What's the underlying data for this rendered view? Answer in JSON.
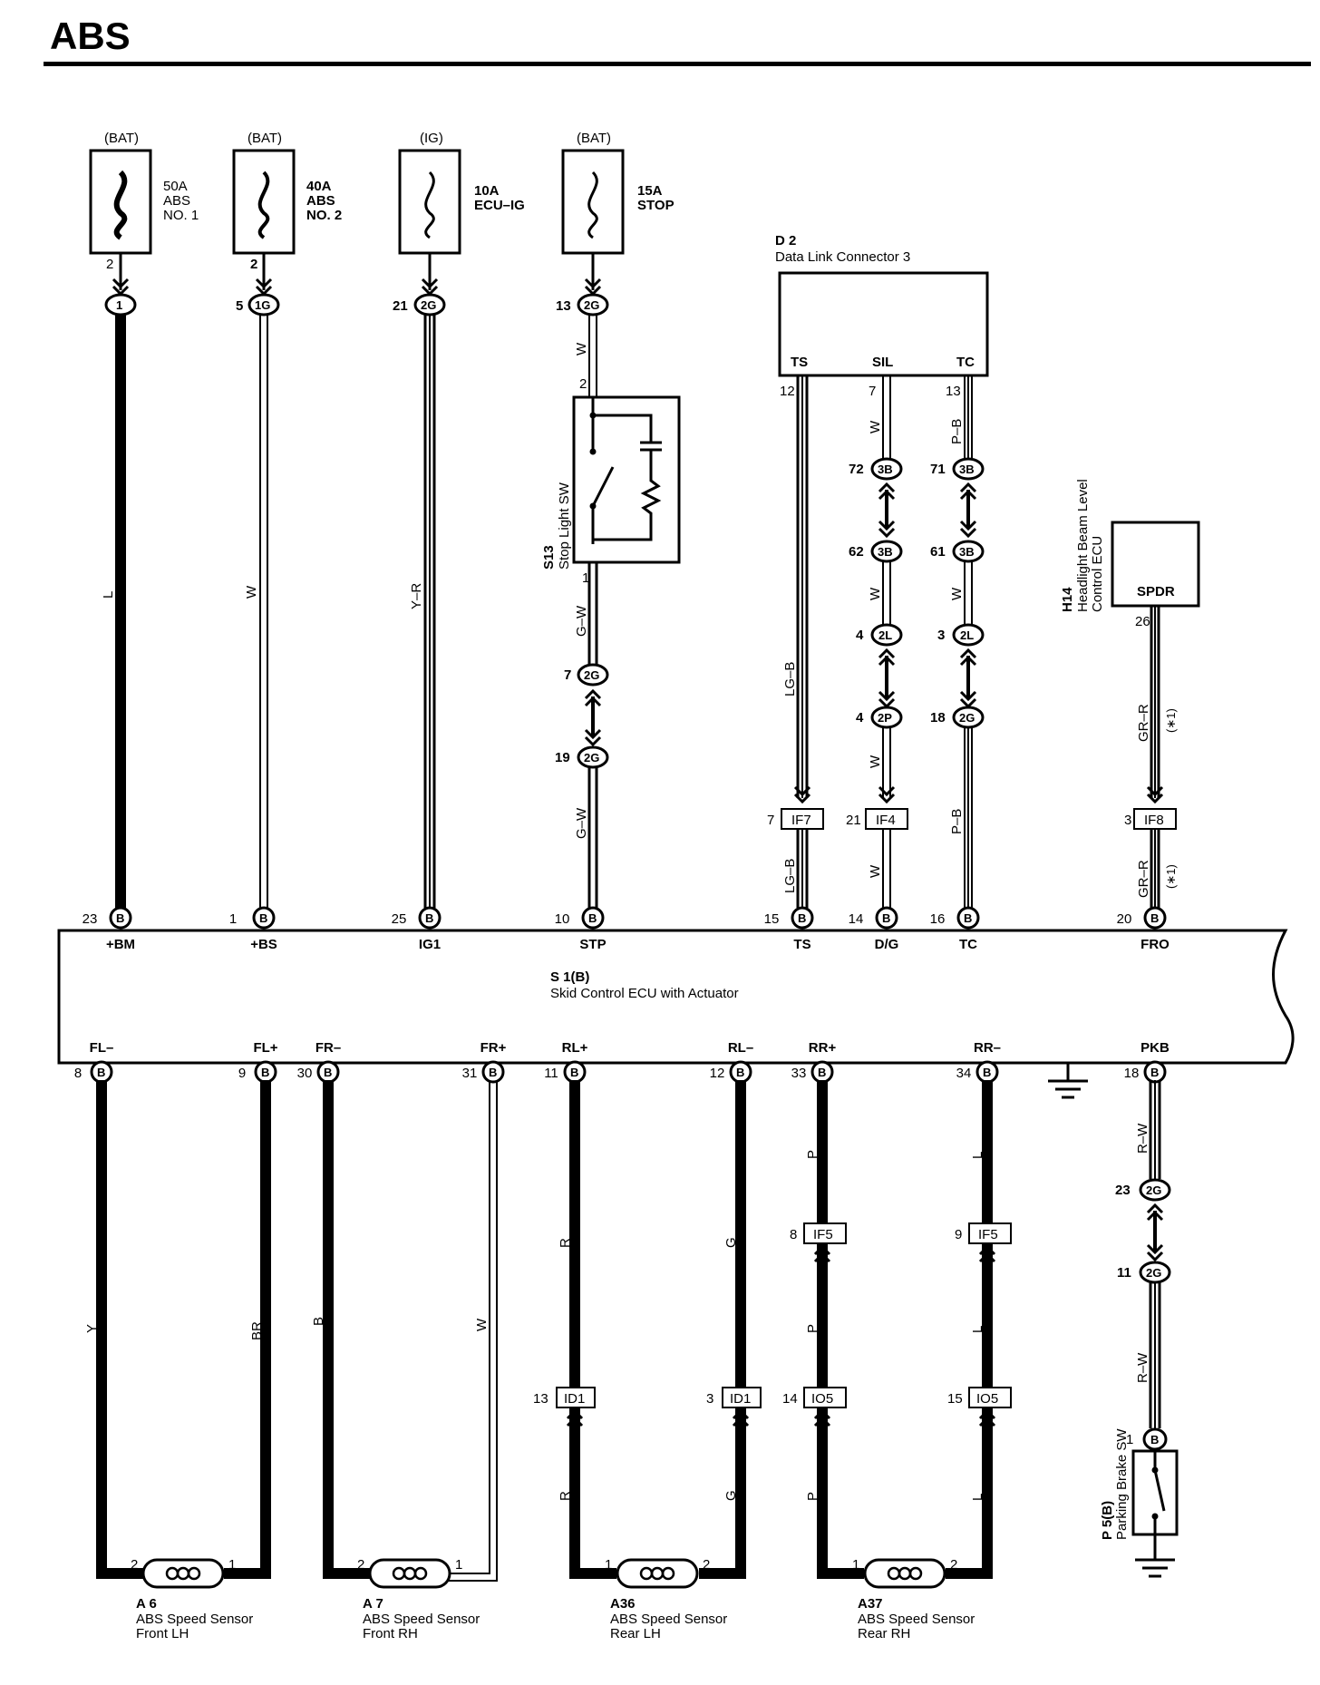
{
  "title": "ABS",
  "fuses": [
    {
      "source": "(BAT)",
      "line1": "50A",
      "line2": "ABS",
      "line3": "NO. 1",
      "pin": "2",
      "conn_pin": "",
      "conn": "1"
    },
    {
      "source": "(BAT)",
      "line1": "40A",
      "line2": "ABS",
      "line3": "NO. 2",
      "pin": "2",
      "conn_pin": "5",
      "conn": "1G"
    },
    {
      "source": "(IG)",
      "line1": "10A",
      "line2": "ECU–IG",
      "line3": "",
      "pin": "",
      "conn_pin": "21",
      "conn": "2G"
    },
    {
      "source": "(BAT)",
      "line1": "15A",
      "line2": "STOP",
      "line3": "",
      "pin": "",
      "conn_pin": "13",
      "conn": "2G"
    }
  ],
  "dlc": {
    "id": "D 2",
    "name": "Data Link Connector 3",
    "pins": [
      "TS",
      "SIL",
      "TC"
    ],
    "pin_nums": [
      "12",
      "7",
      "13"
    ]
  },
  "headlight_ecu": {
    "id": "H14",
    "name1": "Headlight Beam Level",
    "name2": "Control ECU",
    "pin": "SPDR",
    "pin_num": "26",
    "note": "(∗1)"
  },
  "stop_sw": {
    "id": "S13",
    "name": "Stop Light SW",
    "pin_top": "2",
    "pin_bottom": "1"
  },
  "wire_colors": {
    "l": "L",
    "w": "W",
    "yr": "Y–R",
    "stop_w": "W",
    "gw1": "G–W",
    "gw2": "G–W",
    "lgb1": "LG–B",
    "lgb2": "LG–B",
    "sil1": "W",
    "sil2": "W",
    "sil3": "W",
    "sil4": "W",
    "pb1": "P–B",
    "tc2": "W",
    "pb2": "P–B",
    "grr1": "GR–R",
    "grr2": "GR–R",
    "y": "Y",
    "br": "BR",
    "b": "B",
    "w2": "W",
    "r1": "R",
    "r2": "R",
    "g1": "G",
    "g2": "G",
    "p1": "P",
    "p2": "P",
    "p3": "P",
    "l1": "L",
    "l2": "L",
    "l3": "L",
    "rw1": "R–W",
    "rw2": "R–W"
  },
  "connectors": {
    "stop_2g_a": {
      "pin": "7",
      "id": "2G"
    },
    "stop_2g_b": {
      "pin": "19",
      "id": "2G"
    },
    "sil_3b_a": {
      "pin": "72",
      "id": "3B"
    },
    "sil_3b_b": {
      "pin": "62",
      "id": "3B"
    },
    "sil_2l": {
      "pin": "4",
      "id": "2L"
    },
    "sil_2p": {
      "pin": "4",
      "id": "2P"
    },
    "tc_3b_a": {
      "pin": "71",
      "id": "3B"
    },
    "tc_3b_b": {
      "pin": "61",
      "id": "3B"
    },
    "tc_2l": {
      "pin": "3",
      "id": "2L"
    },
    "tc_2g": {
      "pin": "18",
      "id": "2G"
    },
    "pkb_2g_a": {
      "pin": "23",
      "id": "2G"
    },
    "pkb_2g_b": {
      "pin": "11",
      "id": "2G"
    }
  },
  "junctions": {
    "if7": {
      "pin": "7",
      "id": "IF7"
    },
    "if4": {
      "pin": "21",
      "id": "IF4"
    },
    "if8": {
      "pin": "3",
      "id": "IF8"
    },
    "if5a": {
      "pin": "8",
      "id": "IF5"
    },
    "if5b": {
      "pin": "9",
      "id": "IF5"
    },
    "id1a": {
      "pin": "13",
      "id": "ID1"
    },
    "id1b": {
      "pin": "3",
      "id": "ID1"
    },
    "io5a": {
      "pin": "14",
      "id": "IO5"
    },
    "io5b": {
      "pin": "15",
      "id": "IO5"
    }
  },
  "ecu": {
    "id": "S 1(B)",
    "name": "Skid Control ECU with Actuator",
    "top_pins": [
      {
        "num": "23",
        "name": "+BM"
      },
      {
        "num": "1",
        "name": "+BS"
      },
      {
        "num": "25",
        "name": "IG1"
      },
      {
        "num": "10",
        "name": "STP"
      },
      {
        "num": "15",
        "name": "TS"
      },
      {
        "num": "14",
        "name": "D/G"
      },
      {
        "num": "16",
        "name": "TC"
      },
      {
        "num": "20",
        "name": "FRO"
      }
    ],
    "bottom_pins": [
      {
        "num": "8",
        "name": "FL–"
      },
      {
        "num": "9",
        "name": "FL+"
      },
      {
        "num": "30",
        "name": "FR–"
      },
      {
        "num": "31",
        "name": "FR+"
      },
      {
        "num": "11",
        "name": "RL+"
      },
      {
        "num": "12",
        "name": "RL–"
      },
      {
        "num": "33",
        "name": "RR+"
      },
      {
        "num": "34",
        "name": "RR–"
      },
      {
        "num": "18",
        "name": "PKB"
      }
    ],
    "conn_letter": "B"
  },
  "sensors": [
    {
      "id": "A 6",
      "name": "ABS Speed Sensor",
      "pos": "Front LH",
      "pin_l": "2",
      "pin_r": "1"
    },
    {
      "id": "A 7",
      "name": "ABS Speed Sensor",
      "pos": "Front RH",
      "pin_l": "2",
      "pin_r": "1"
    },
    {
      "id": "A36",
      "name": "ABS Speed Sensor",
      "pos": "Rear LH",
      "pin_l": "1",
      "pin_r": "2"
    },
    {
      "id": "A37",
      "name": "ABS Speed Sensor",
      "pos": "Rear RH",
      "pin_l": "1",
      "pin_r": "2"
    }
  ],
  "parking_sw": {
    "id": "P 5(B)",
    "name": "Parking Brake SW",
    "pin": "1",
    "conn": "B"
  }
}
